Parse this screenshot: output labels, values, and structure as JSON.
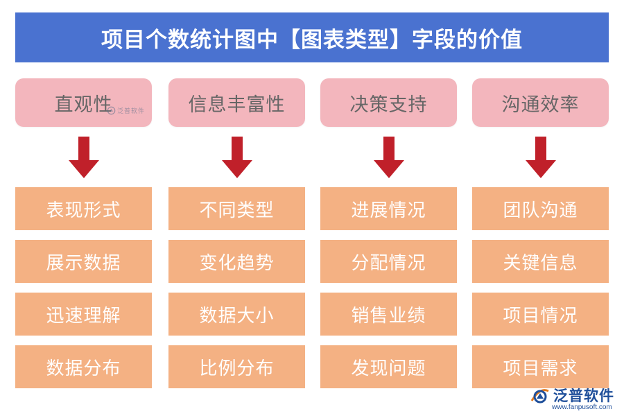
{
  "title": "项目个数统计图中【图表类型】字段的价值",
  "columns": [
    {
      "category": "直观性",
      "items": [
        "表现形式",
        "展示数据",
        "迅速理解",
        "数据分布"
      ]
    },
    {
      "category": "信息丰富性",
      "items": [
        "不同类型",
        "变化趋势",
        "数据大小",
        "比例分布"
      ]
    },
    {
      "category": "决策支持",
      "items": [
        "进展情况",
        "分配情况",
        "销售业绩",
        "发现问题"
      ]
    },
    {
      "category": "沟通效率",
      "items": [
        "团队沟通",
        "关键信息",
        "项目情况",
        "项目需求"
      ]
    }
  ],
  "watermark": {
    "text": "泛普软件"
  },
  "logo": {
    "name": "泛普软件",
    "url": "www.fanpusoft.com"
  },
  "colors": {
    "title_bg": "#4a72d0",
    "category_bg": "#f3b6bd",
    "item_bg": "#f4b183",
    "arrow": "#c0202a"
  }
}
